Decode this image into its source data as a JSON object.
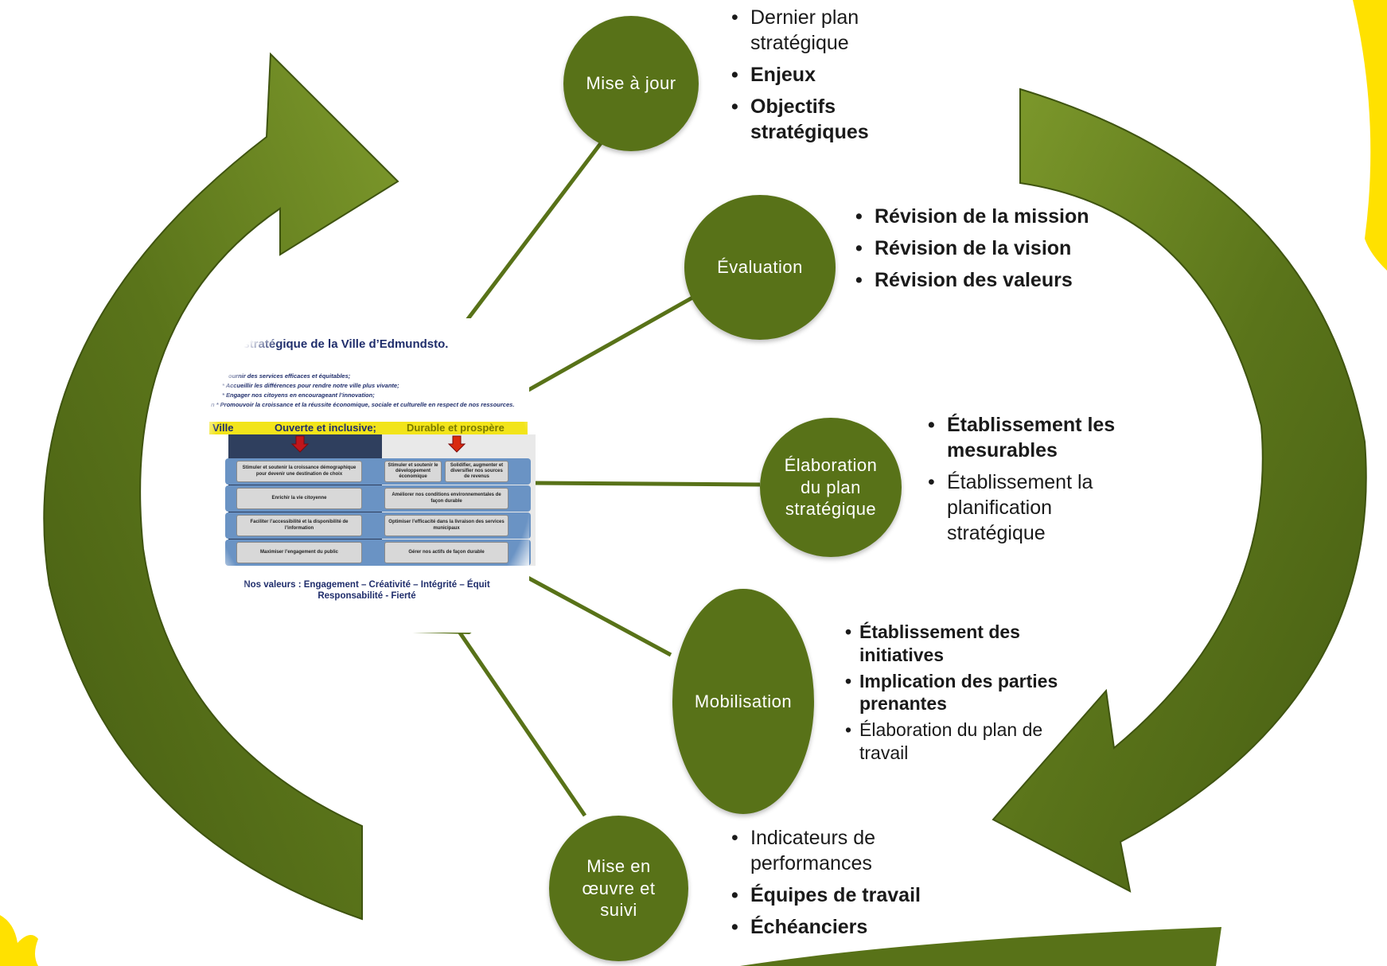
{
  "circles": {
    "mise_a_jour": "Mise à jour",
    "evaluation": "Évaluation",
    "elaboration": "Élaboration\ndu plan\nstratégique",
    "mobilisation": "Mobilisation",
    "mise_en_oeuvre": "Mise en\nœuvre et\nsuivi"
  },
  "lists": {
    "mise_a_jour": [
      {
        "text": "Dernier plan stratégique",
        "bold": false
      },
      {
        "text": "Enjeux",
        "bold": true
      },
      {
        "text": "Objectifs stratégiques",
        "bold": true
      }
    ],
    "evaluation": [
      {
        "text": "Révision de la mission",
        "bold": true
      },
      {
        "text": "Révision de la vision",
        "bold": true
      },
      {
        "text": "Révision des valeurs",
        "bold": true
      }
    ],
    "elaboration": [
      {
        "text": "Établissement les mesurables",
        "bold": true
      },
      {
        "text": "Établissement la planification stratégique",
        "bold": false
      }
    ],
    "mobilisation": [
      {
        "text": "Établissement des initiatives",
        "bold": true
      },
      {
        "text": "Implication des parties prenantes",
        "bold": true
      },
      {
        "text": "Élaboration du plan de travail",
        "bold": false
      }
    ],
    "mise_en_oeuvre": [
      {
        "text": "Indicateurs de performances",
        "bold": false
      },
      {
        "text": "Équipes de travail",
        "bold": true
      },
      {
        "text": "Échéanciers",
        "bold": true
      }
    ]
  },
  "plan": {
    "title": ", stratégique de la Ville d’Edmundsto.",
    "mission_lines": [
      "ournir des services efficaces et équitables;",
      "* Accueillir les différences pour rendre notre ville plus vivante;",
      "* Engager nos citoyens en encourageant l’innovation;",
      "n   * Promouvoir la croissance et la réussite économique, sociale et culturelle en respect de nos ressources."
    ],
    "band_ville": "Ville",
    "band_ouverte": "Ouverte et inclusive;",
    "band_durable": "Durable et prospère",
    "left_cells": [
      "Stimuler et soutenir la croissance démographique pour devenir une destination de choix",
      "Enrichir la vie citoyenne",
      "Faciliter l’accessibilité et la disponibilité de l’information",
      "Maximiser l’engagement du public"
    ],
    "right_cells": [
      "Stimuler et soutenir le développement économique",
      "Solidifier, augmenter et diversifier nos sources de revenus",
      "Améliorer nos conditions environnementales de façon durable",
      "Optimiser l’efficacité dans la livraison des services municipaux",
      "Gérer nos actifs de façon durable"
    ],
    "values_line1": "Nos valeurs : Engagement – Créativité – Intégrité – Équit",
    "values_line2": "Responsabilité - Fierté"
  },
  "colors": {
    "circle_green": "#587218",
    "arrow_green": "#587218",
    "accent_yellow": "#ffe100"
  }
}
